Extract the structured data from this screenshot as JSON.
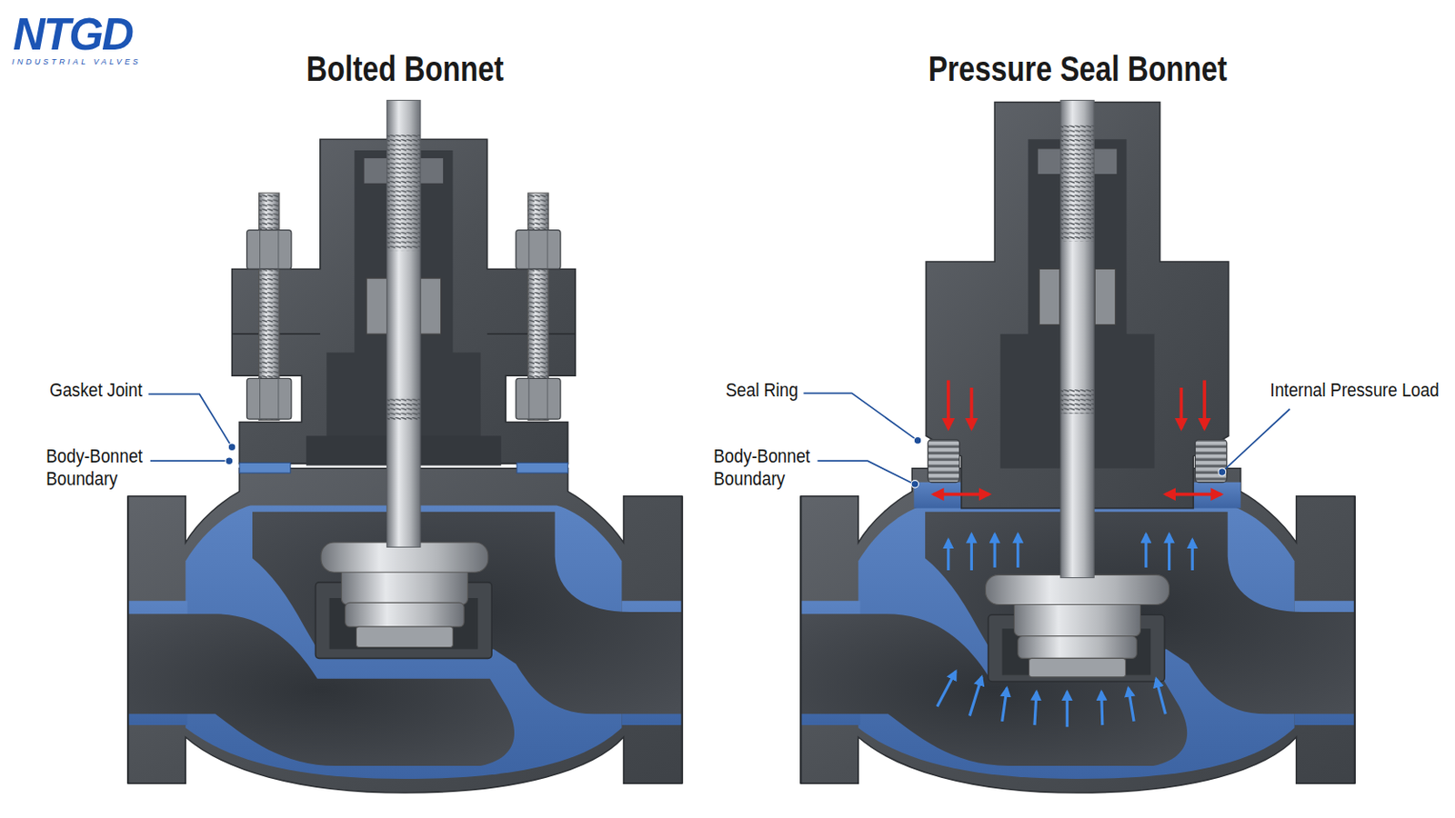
{
  "diagram": {
    "labels": [
      "NTGD",
      "INDUSTRIAL VALVES",
      "Bolted Bonnet",
      "Pressure Seal Bonnet",
      "Gasket Joint",
      "Body-Bonnet Boundary",
      "Seal Ring",
      "Body-Bonnet Boundary",
      "Internal Pressure Load"
    ]
  }
}
